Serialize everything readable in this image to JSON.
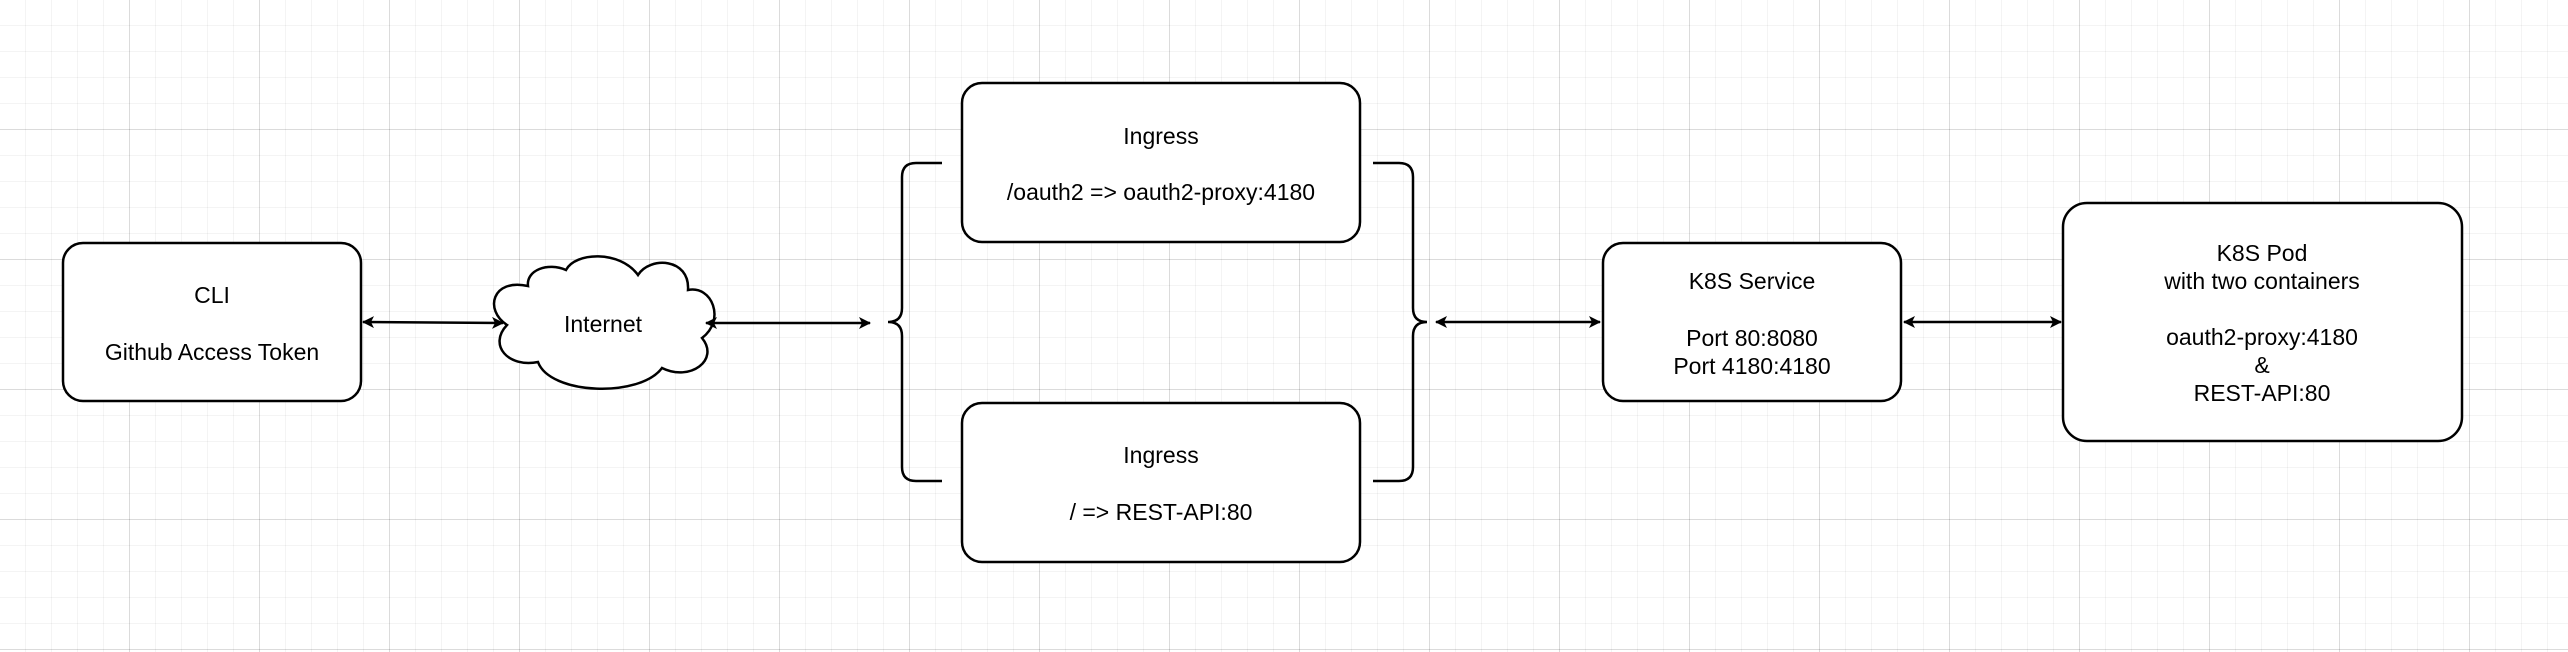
{
  "nodes": {
    "cli": {
      "lines": [
        "CLI",
        "",
        "Github Access Token"
      ]
    },
    "internet": {
      "lines": [
        "Internet"
      ]
    },
    "ingress_oauth": {
      "lines": [
        "Ingress",
        "",
        "/oauth2 => oauth2-proxy:4180"
      ]
    },
    "ingress_api": {
      "lines": [
        "Ingress",
        "",
        "/ => REST-API:80"
      ]
    },
    "k8s_service": {
      "lines": [
        "K8S Service",
        "",
        "Port 80:8080",
        "Port 4180:4180"
      ]
    },
    "k8s_pod": {
      "lines": [
        "K8S Pod",
        "with two containers",
        "",
        "oauth2-proxy:4180",
        "&",
        "REST-API:80"
      ]
    }
  },
  "edges": [
    {
      "from": "cli",
      "to": "internet",
      "bidirectional": true
    },
    {
      "from": "internet",
      "to": "ingress_group",
      "bidirectional": true
    },
    {
      "from": "ingress_group",
      "to": "k8s_service",
      "bidirectional": true
    },
    {
      "from": "k8s_service",
      "to": "k8s_pod",
      "bidirectional": true
    }
  ]
}
